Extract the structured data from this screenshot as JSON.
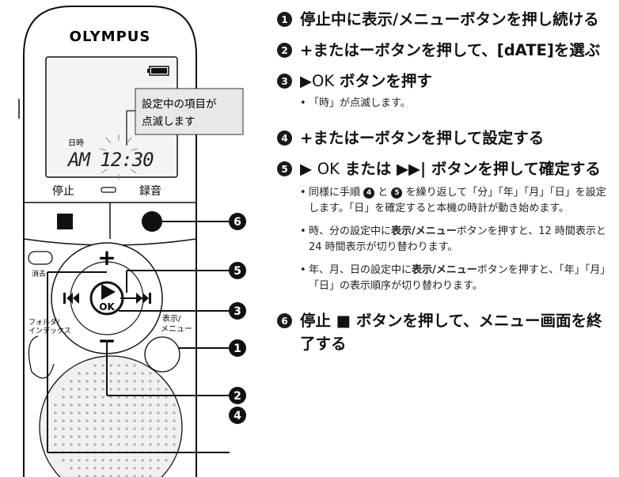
{
  "device": {
    "brand": "OLYMPUS",
    "lcd_date_label": "日時",
    "lcd_time": "AM 12:30",
    "callout": [
      "設定中の項目が",
      "点滅します"
    ],
    "stop_label": "停止",
    "rec_label": "録音",
    "erase_label": "消去",
    "folder_label": [
      "フォルダ/",
      "インデックス"
    ],
    "display_menu_label": [
      "表示/",
      "メニュー"
    ],
    "plus": "+",
    "minus": "−",
    "ok": "OK",
    "markers": {
      "m6": "6",
      "m5": "5",
      "m3": "3",
      "m1": "1",
      "m2": "2",
      "m4": "4"
    }
  },
  "steps": [
    {
      "num": "1",
      "parts": [
        "停止中に",
        "表示/メニュー",
        "ボタンを押し続ける"
      ]
    },
    {
      "num": "2",
      "text": "+またはーボタンを押して、[dATE]を選ぶ"
    },
    {
      "num": "3",
      "parts": [
        "▶",
        "OK",
        " ボタンを押す"
      ],
      "note": "「時」が点滅します。"
    },
    {
      "num": "4",
      "text": "+またはーボタンを押して設定する"
    },
    {
      "num": "5",
      "parts": [
        "▶ ",
        "OK",
        " または ▶▶| ボタンを押して確定する"
      ]
    },
    {
      "num": "6",
      "text": "停止 ■ ボタンを押して、メニュー画面を終了する"
    }
  ],
  "step5_notes": {
    "n1": [
      "同様に手順",
      "4",
      "と",
      "5",
      "を繰り返して「分」「年」「月」「日」を設定します。「日」を確定すると本機の時計が動き始めます。"
    ],
    "n2": [
      "時、分の設定中に",
      "表示/メニュー",
      "ボタンを押すと、12 時間表示と 24 時間表示が切り替わります。"
    ],
    "n3": [
      "年、月、日の設定中に",
      "表示/メニュー",
      "ボタンを押すと、「年」「月」「日」の表示順序が切り替わります。"
    ]
  }
}
